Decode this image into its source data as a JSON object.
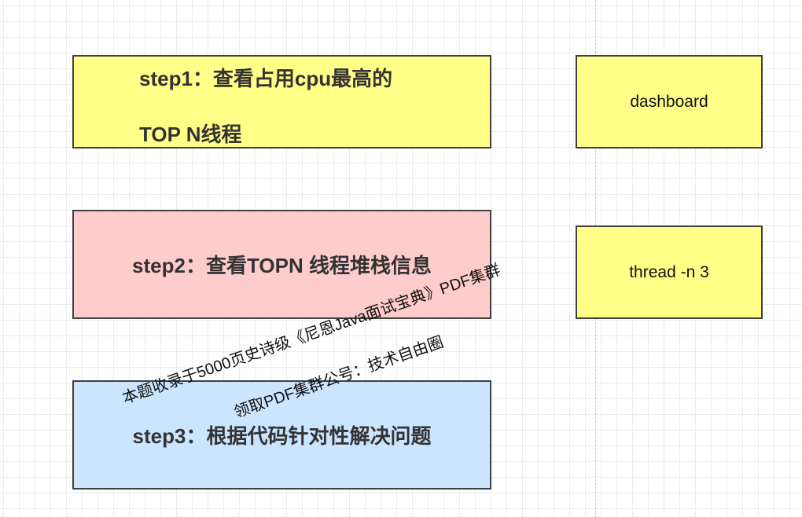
{
  "boxes": {
    "step1": {
      "line1": "step1：查看占用cpu最高的",
      "line2": "TOP N线程",
      "fill": "#ffff88"
    },
    "step2": {
      "label": "step2：查看TOPN 线程堆栈信息",
      "fill": "#ffcccc"
    },
    "step3": {
      "label": "step3：根据代码针对性解决问题",
      "fill": "#cce5ff"
    },
    "dashboard": {
      "label": "dashboard",
      "fill": "#ffff88"
    },
    "thread": {
      "label": "thread -n 3",
      "fill": "#ffff88"
    }
  },
  "watermark": {
    "line1": "本题收录于5000页史诗级《尼恩Java面试宝典》PDF集群",
    "line2": "领取PDF集群公号：技术自由圈"
  }
}
